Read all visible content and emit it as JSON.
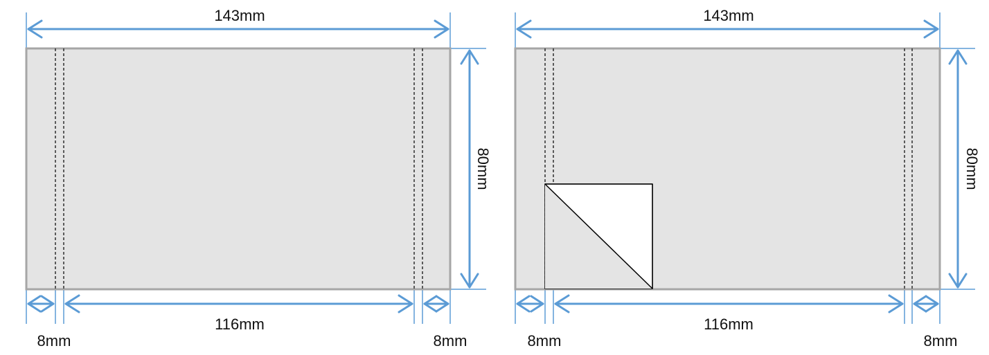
{
  "diagrams": [
    {
      "id": "left",
      "labels": {
        "top_width": "143mm",
        "height": "80mm",
        "inner_width": "116mm",
        "left_margin": "8mm",
        "right_margin": "8mm"
      },
      "has_corner_flap": false
    },
    {
      "id": "right",
      "labels": {
        "top_width": "143mm",
        "height": "80mm",
        "inner_width": "116mm",
        "left_margin": "8mm",
        "right_margin": "8mm"
      },
      "has_corner_flap": true
    }
  ],
  "colors": {
    "panel_fill": "#e4e4e4",
    "panel_border": "#a6a6a6",
    "dimension_line": "#5b9bd5",
    "fold_line": "#000000",
    "flap_fill": "#ffffff"
  }
}
